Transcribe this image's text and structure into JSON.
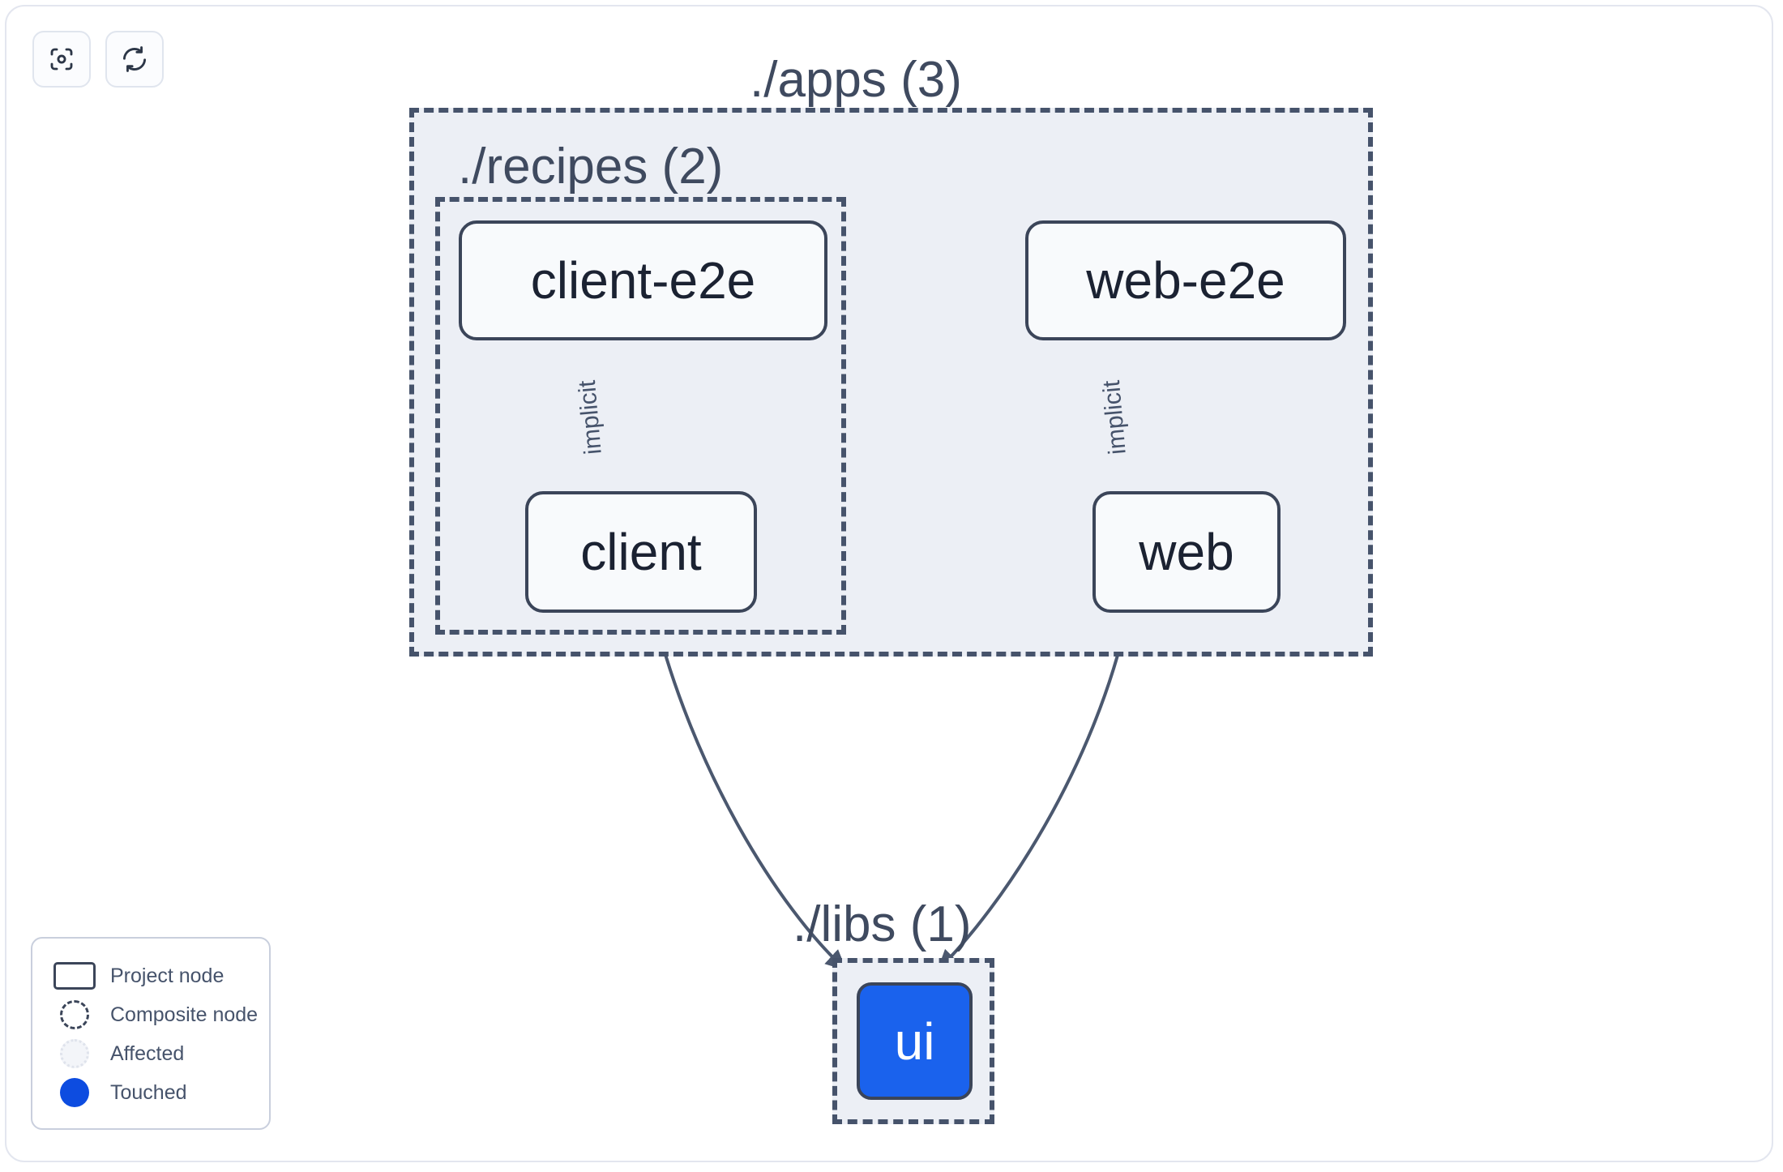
{
  "toolbar": {
    "buttons": [
      {
        "name": "focus-graph-button",
        "icon": "focus-target-icon",
        "title": "Focus graph"
      },
      {
        "name": "refresh-graph-button",
        "icon": "refresh-icon",
        "title": "Refresh graph"
      }
    ]
  },
  "graph": {
    "groups": [
      {
        "id": "apps",
        "label": "./apps (3)",
        "count": 3
      },
      {
        "id": "recipes",
        "label": "./recipes (2)",
        "count": 2
      },
      {
        "id": "libs",
        "label": "./libs (1)",
        "count": 1
      }
    ],
    "nodes": [
      {
        "id": "client-e2e",
        "label": "client-e2e",
        "group": "recipes",
        "state": "normal"
      },
      {
        "id": "client",
        "label": "client",
        "group": "recipes",
        "state": "normal"
      },
      {
        "id": "web-e2e",
        "label": "web-e2e",
        "group": "apps",
        "state": "normal"
      },
      {
        "id": "web",
        "label": "web",
        "group": "apps",
        "state": "normal"
      },
      {
        "id": "ui",
        "label": "ui",
        "group": "libs",
        "state": "touched"
      }
    ],
    "edges": [
      {
        "from": "client-e2e",
        "to": "client",
        "label": "implicit"
      },
      {
        "from": "web-e2e",
        "to": "web",
        "label": "implicit"
      },
      {
        "from": "client",
        "to": "ui",
        "label": ""
      },
      {
        "from": "web",
        "to": "ui",
        "label": ""
      }
    ]
  },
  "legend": {
    "items": [
      {
        "swatch": "project-node-swatch",
        "label": "Project node"
      },
      {
        "swatch": "composite-node-swatch",
        "label": "Composite node"
      },
      {
        "swatch": "affected-swatch",
        "label": "Affected"
      },
      {
        "swatch": "touched-swatch",
        "label": "Touched"
      }
    ]
  },
  "colors": {
    "touched": "#0d4ce0",
    "node_border": "#3b4559",
    "group_bg": "#eceff5",
    "group_border": "#46536b",
    "edge": "#4b586f"
  }
}
